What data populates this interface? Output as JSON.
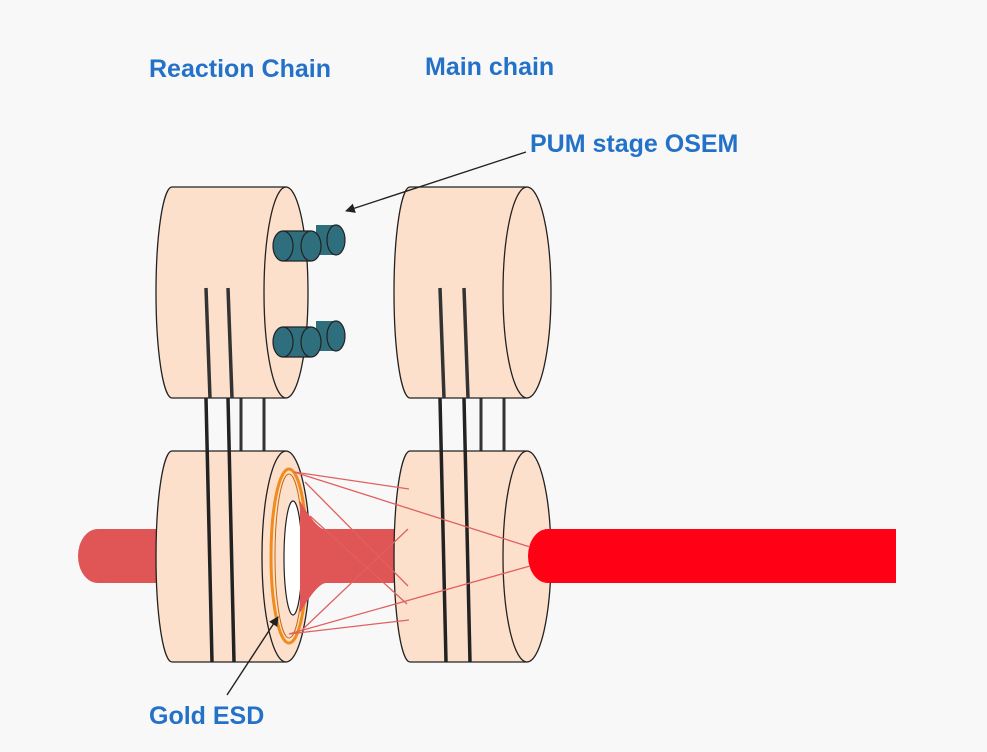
{
  "labels": {
    "reaction_chain": "Reaction Chain",
    "main_chain": "Main chain",
    "pum_osem": "PUM stage OSEM",
    "gold_esd": "Gold ESD"
  },
  "colors": {
    "background": "#f8f8f8",
    "label_text": "#2472c8",
    "mass_fill": "#fde0cc",
    "outline": "#222222",
    "osem_fill": "#2f6e7c",
    "beam_main": "#ff0014",
    "beam_reaction": "#e05555",
    "esd_ring": "#f08c1e",
    "ray_lines": "#e06060"
  }
}
